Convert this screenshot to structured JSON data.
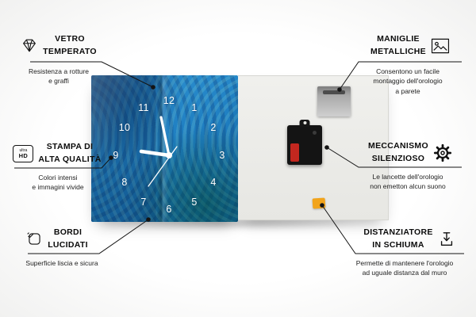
{
  "colors": {
    "accent_orange": "#f2a41b",
    "clock_blue": "#1f7fc2",
    "back_panel_gray": "#eaeae6",
    "line_black": "#141414",
    "battery_red": "#c3271f"
  },
  "clock": {
    "numerals": [
      "12",
      "1",
      "2",
      "3",
      "4",
      "5",
      "6",
      "7",
      "8",
      "9",
      "10",
      "11"
    ]
  },
  "uhd_badge": {
    "top": "ultra",
    "bottom": "HD"
  },
  "callouts": {
    "left": [
      {
        "icon": "diamond-icon",
        "title": "VETRO\nTEMPERATO",
        "desc": "Resistenza a rotture\ne graffi"
      },
      {
        "icon": "ultra-hd-icon",
        "title": "STAMPA DI\nALTA QUALITÀ",
        "desc": "Colori intensi\ne immagini vivide"
      },
      {
        "icon": "polished-edge-icon",
        "title": "BORDI\nLUCIDATI",
        "desc": "Superficie liscia e sicura"
      }
    ],
    "right": [
      {
        "icon": "picture-frame-icon",
        "title": "MANIGLIE\nMETALLICHE",
        "desc": "Consentono un facile\nmontaggio dell'orologio\na parete"
      },
      {
        "icon": "gear-icon",
        "title": "MECCANISMO\nSILENZIOSO",
        "desc": "Le lancette dell'orologio\nnon emetton alcun suono"
      },
      {
        "icon": "foam-spacer-icon",
        "title": "DISTANZIATORE\nIN SCHIUMA",
        "desc": "Permette di mantenere l'orologio\nad uguale distanza dal muro"
      }
    ]
  }
}
